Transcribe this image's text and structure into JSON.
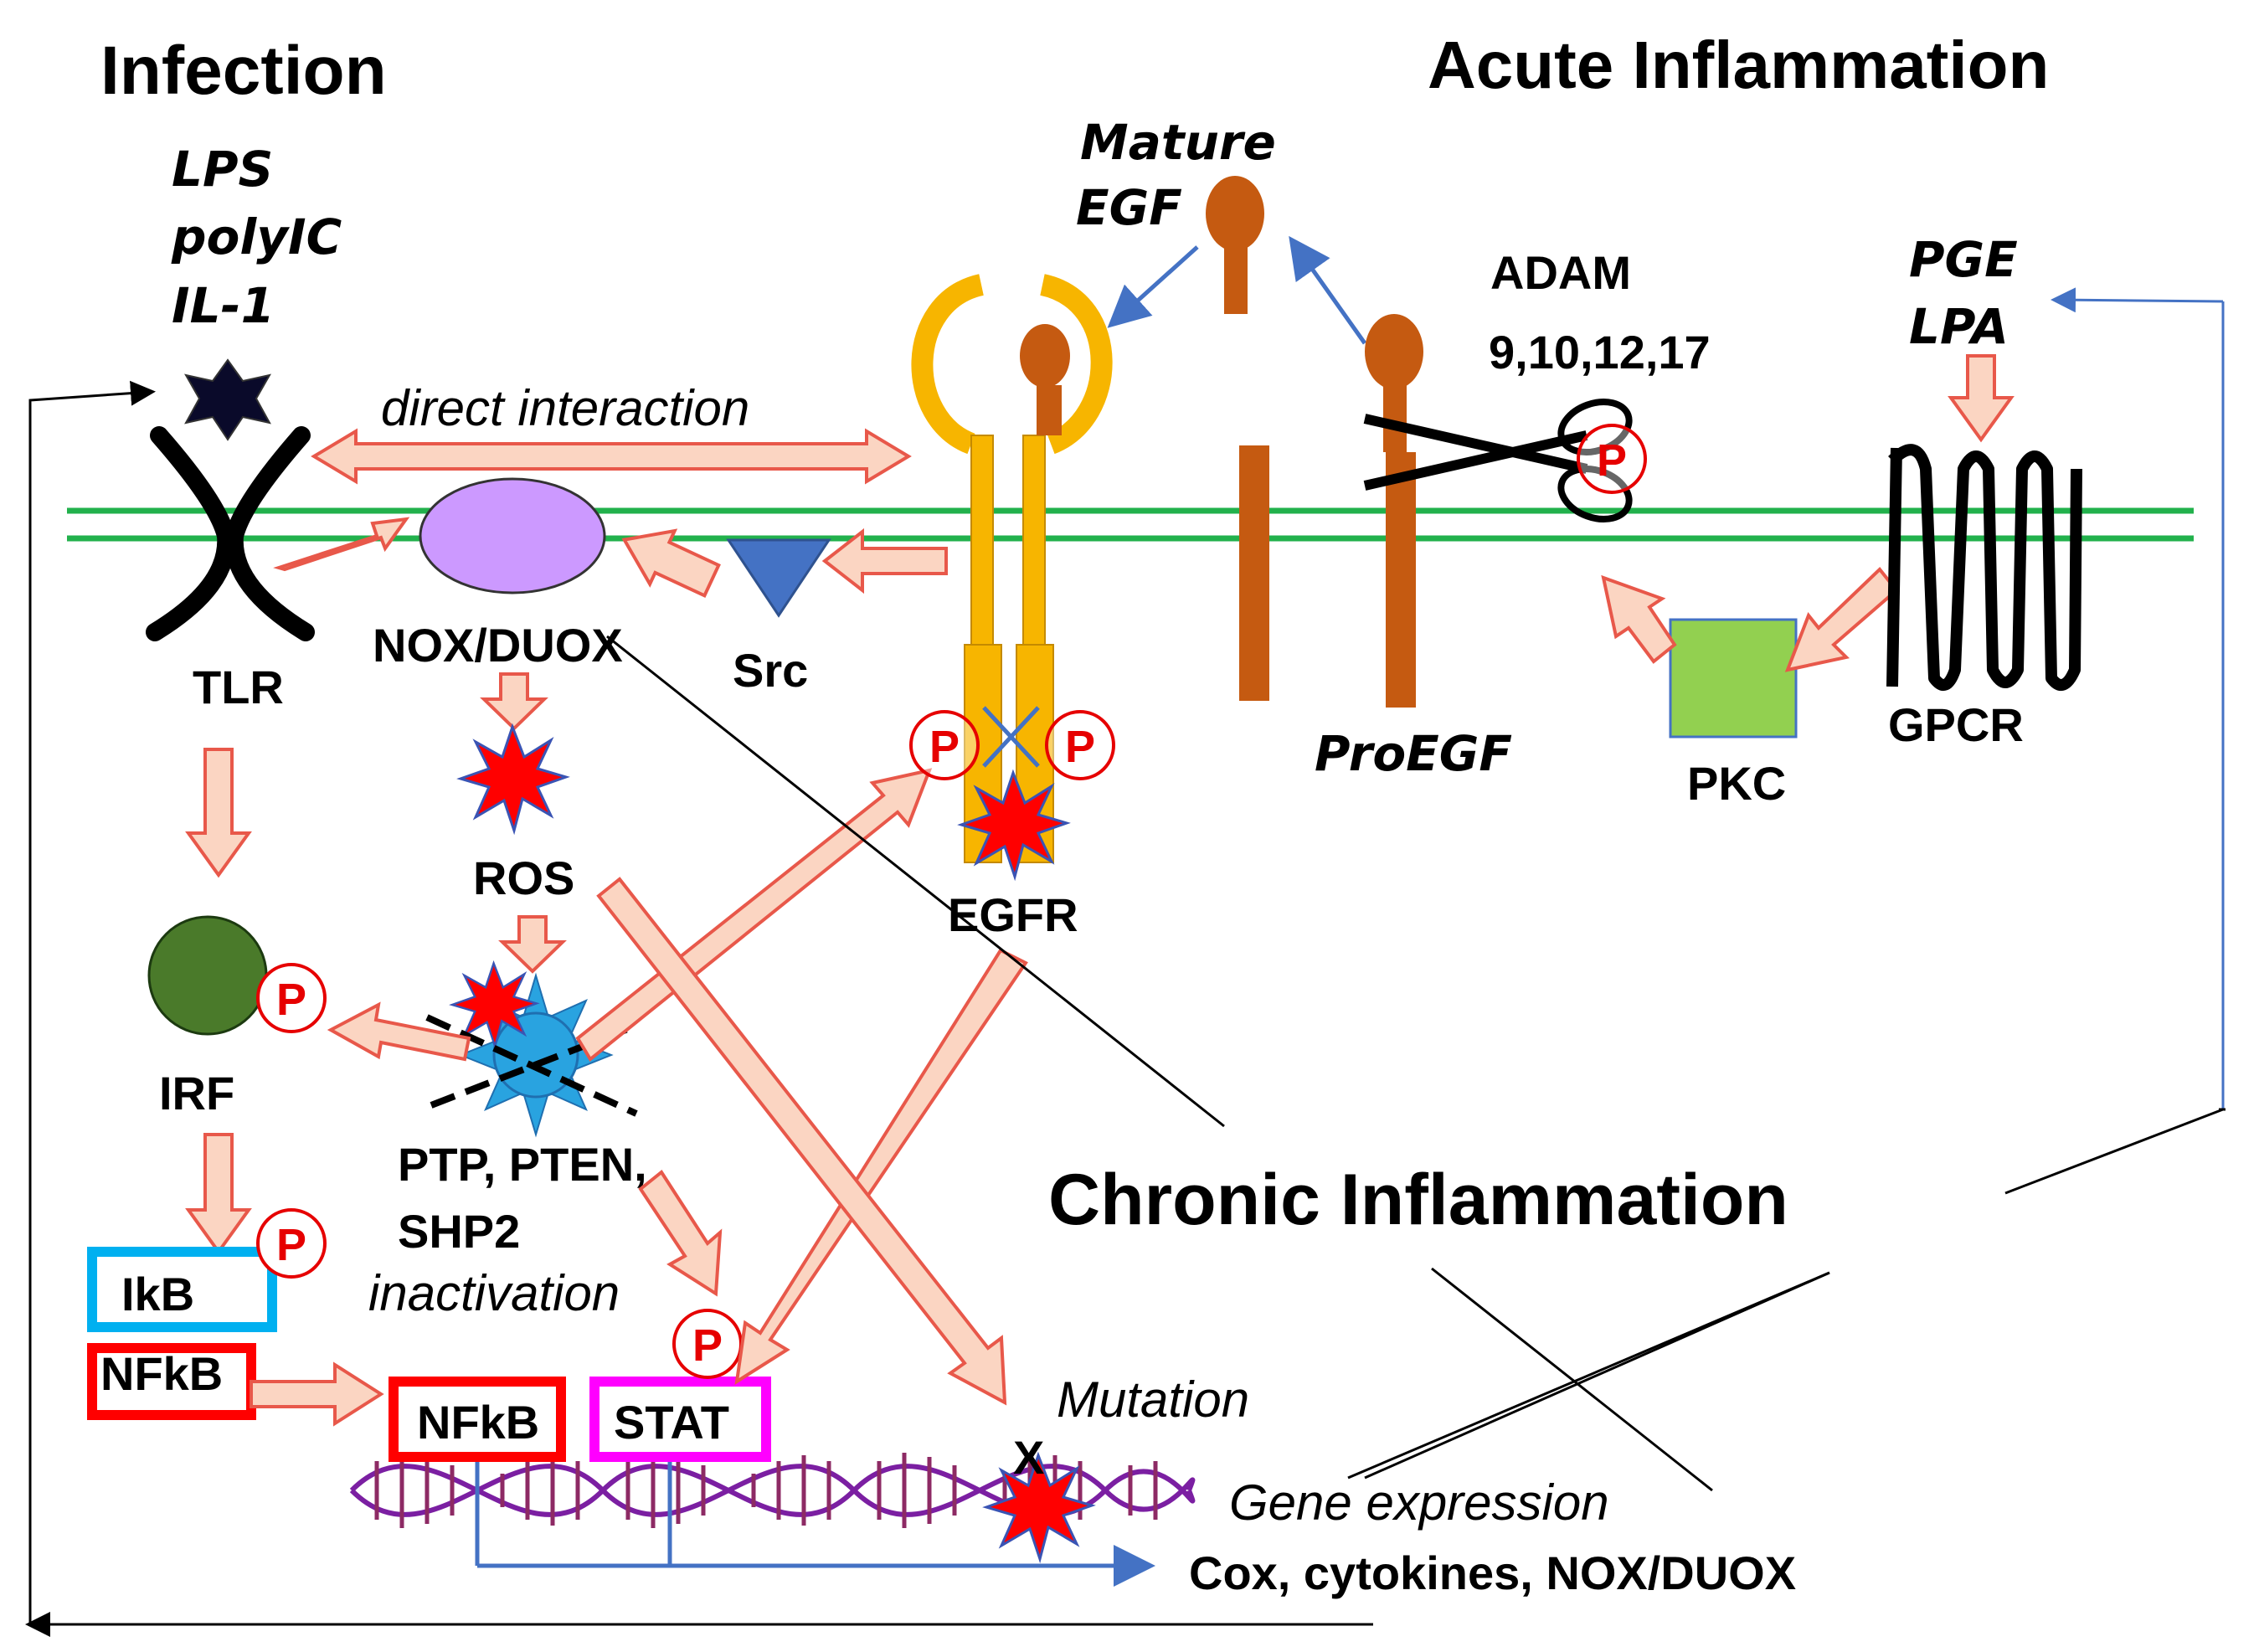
{
  "headings": {
    "infection": "Infection",
    "acute": "Acute Inflammation",
    "chronic": "Chronic Inflammation"
  },
  "ligands": {
    "lps": "LPS",
    "polyic": "polyIC",
    "il1": "IL-1",
    "pge": "PGE",
    "lpa": "LPA",
    "mature_egf_1": "Mature",
    "mature_egf_2": "EGF",
    "proegf": "ProEGF"
  },
  "labels": {
    "direct_interaction": "direct interaction",
    "tlr": "TLR",
    "nox_duox": "NOX/DUOX",
    "src": "Src",
    "ros": "ROS",
    "egfr": "EGFR",
    "adam_1": "ADAM",
    "adam_2": "9,10,12,17",
    "pkc": "PKC",
    "gpcr": "GPCR",
    "irf": "IRF",
    "ptp_1": "PTP, PTEN,",
    "ptp_2": "SHP2",
    "inactivation": "inactivation",
    "ikb": "IkB",
    "nfkb_cyto": "NFkB",
    "nfkb_nuc": "NFkB",
    "stat": "STAT",
    "mutation": "Mutation",
    "mutation_mark": "X",
    "gene_expression": "Gene expression",
    "gene_list": "Cox, cytokines, NOX/DUOX",
    "phospho": "P"
  },
  "colors": {
    "membrane": "#22b14c",
    "arrow_fill": "#fbd5c2",
    "arrow_stroke": "#e8584a",
    "nox": "#cc99ff",
    "src": "#4472c4",
    "egfr_body": "#f7b500",
    "egf": "#c55a11",
    "irf": "#4a7a2a",
    "pkc": "#92d050",
    "ros_burst": "#ff0000",
    "ptp": "#29a3e0",
    "phospho": "#e60000",
    "ikb_box": "#00b0f0",
    "nfkb_box": "#ff0000",
    "stat_box": "#ff00ff",
    "dna": "#7b1fa2",
    "blue_line": "#4472c4"
  }
}
